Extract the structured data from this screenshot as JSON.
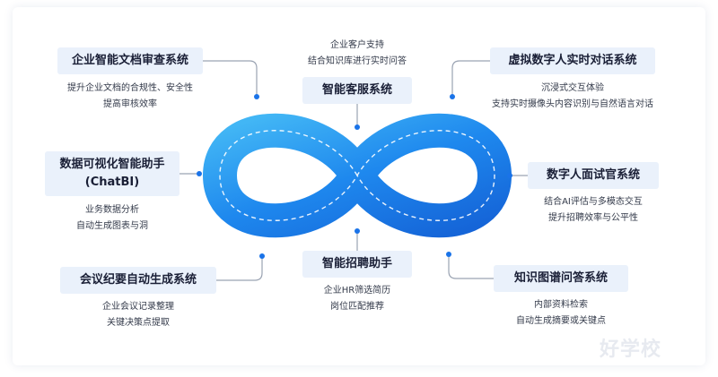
{
  "nodes": {
    "doc_review": {
      "title": "企业智能文档审查系统",
      "desc": [
        "提升企业文档的合规性、安全性",
        "提高审核效率"
      ]
    },
    "customer_service": {
      "title": "智能客服系统",
      "desc": [
        "企业客户支持",
        "结合知识库进行实时问答"
      ]
    },
    "virtual_human": {
      "title": "虚拟数字人实时对话系统",
      "desc": [
        "沉浸式交互体验",
        "支持实时摄像头内容识别与自然语言对话"
      ]
    },
    "data_viz": {
      "title_lines": [
        "数据可视化智能助手",
        "(ChatBI)"
      ],
      "desc": [
        "业务数据分析",
        "自动生成图表与洞"
      ]
    },
    "interviewer": {
      "title": "数字人面试官系统",
      "desc": [
        "结合AI评估与多模态交互",
        "提升招聘效率与公平性"
      ]
    },
    "meeting": {
      "title": "会议纪要自动生成系统",
      "desc": [
        "企业会议记录整理",
        "关键决策点提取"
      ]
    },
    "recruit": {
      "title": "智能招聘助手",
      "desc": [
        "企业HR筛选简历",
        "岗位匹配推荐"
      ]
    },
    "knowledge_graph": {
      "title": "知识图谱问答系统",
      "desc": [
        "内部资料检索",
        "自动生成摘要或关键点"
      ]
    }
  },
  "colors": {
    "accent": "#1a73e8",
    "pill_bg": "#eaf1fb",
    "infinity_dark": "#1565d8",
    "infinity_light": "#42b6f5"
  },
  "watermark": "好学校"
}
